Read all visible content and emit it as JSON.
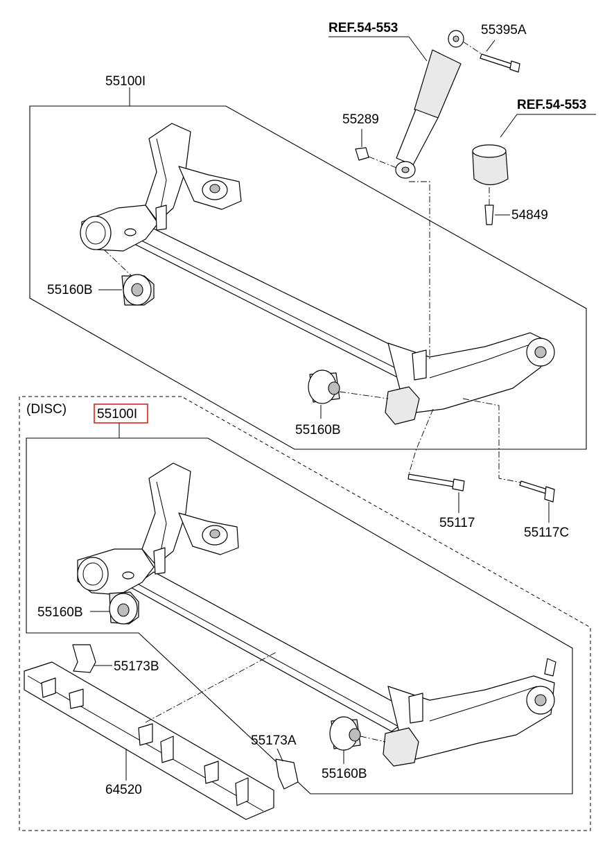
{
  "labels": {
    "top_axle": "55100I",
    "shock_ref": "REF.54-553",
    "bolt_top": "55395A",
    "mount_ref": "REF.54-553",
    "nut": "55289",
    "mount_bolt": "54849",
    "bushing_top_left": "55160B",
    "bushing_top_right": "55160B",
    "bolt_lower": "55117",
    "bolt_lower_c": "55117C",
    "disc_caption": "(DISC)",
    "disc_axle": "55100I",
    "bushing_disc_left": "55160B",
    "bracket_b": "55173B",
    "bracket_a": "55173A",
    "heat_shield": "64520",
    "bushing_disc_right": "55160B"
  },
  "highlight_color": "#e0201b"
}
